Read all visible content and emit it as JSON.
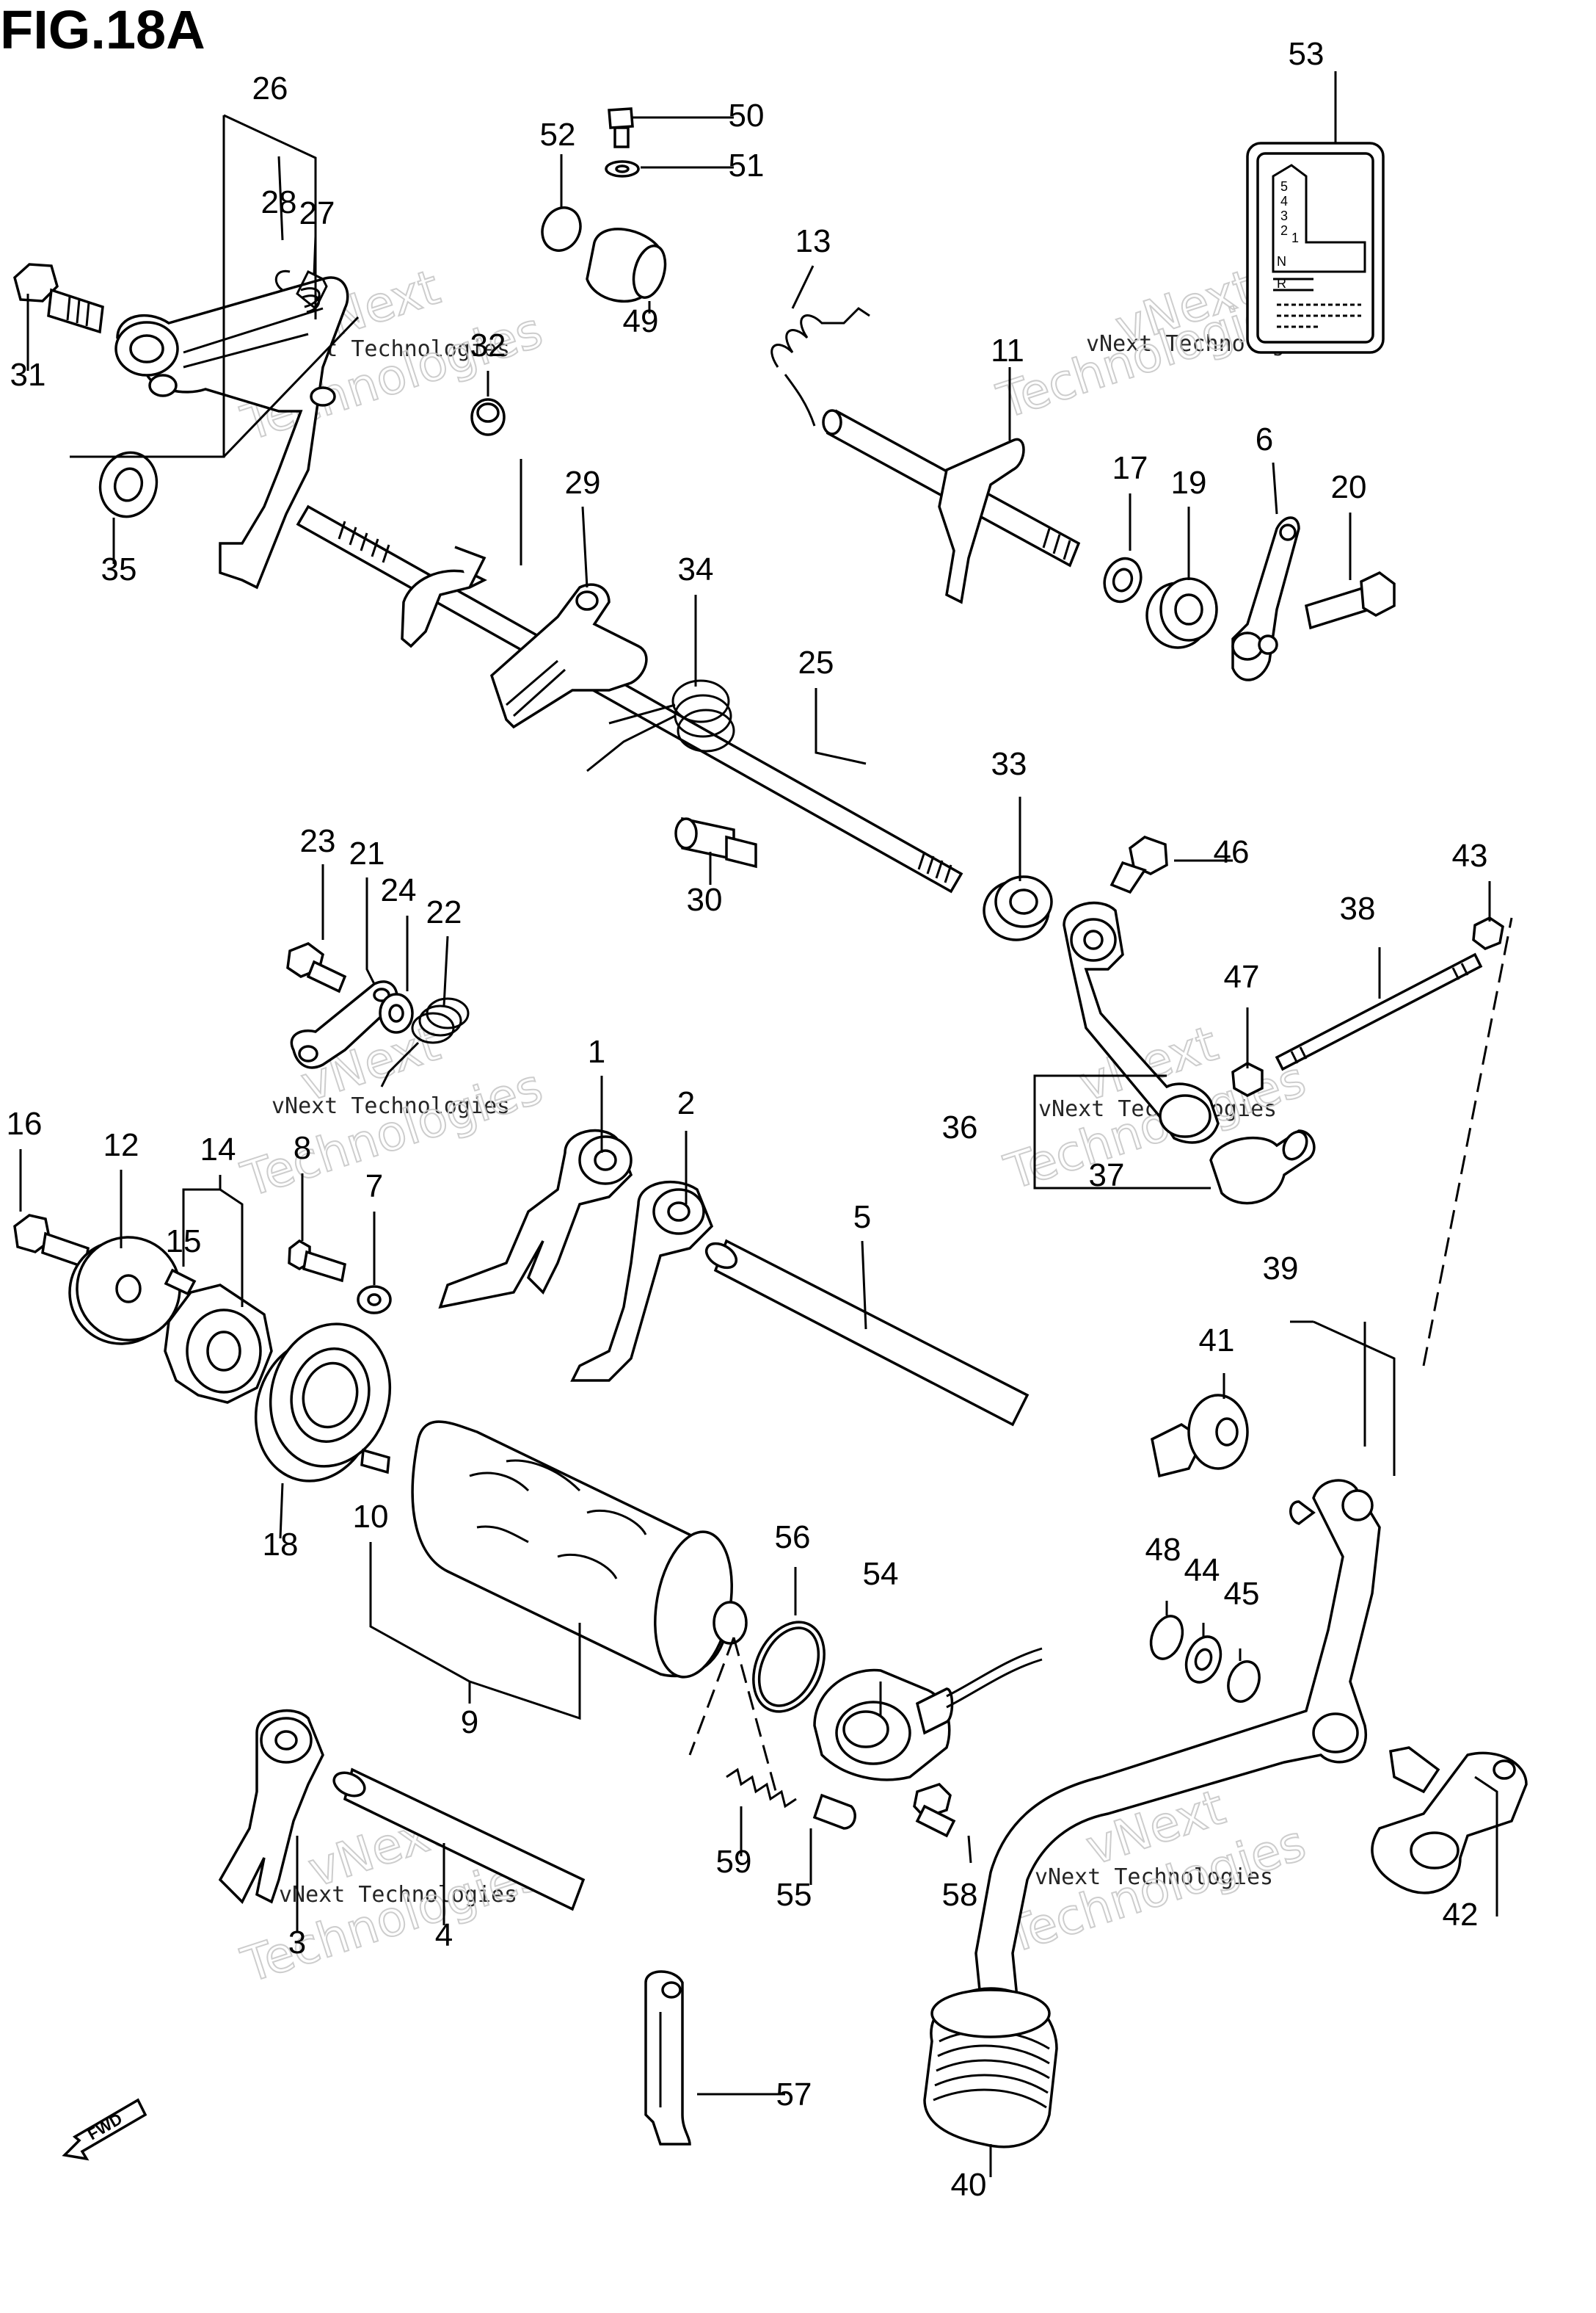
{
  "figure": {
    "title": "FIG.18A",
    "fwd_label": "FWD",
    "watermark_small": "vNext Technologies",
    "watermark_large": "Technologies",
    "watermark_large_prefix": "vNext"
  },
  "callouts": [
    "1",
    "2",
    "3",
    "4",
    "5",
    "6",
    "7",
    "8",
    "9",
    "10",
    "11",
    "12",
    "13",
    "14",
    "15",
    "16",
    "17",
    "18",
    "19",
    "20",
    "21",
    "22",
    "23",
    "24",
    "25",
    "26",
    "27",
    "28",
    "29",
    "30",
    "31",
    "32",
    "33",
    "34",
    "35",
    "36",
    "37",
    "38",
    "39",
    "40",
    "41",
    "42",
    "43",
    "44",
    "45",
    "46",
    "47",
    "48",
    "49",
    "50",
    "51",
    "52",
    "53",
    "54",
    "55",
    "56",
    "57",
    "58",
    "59"
  ],
  "decal_53": {
    "gears": [
      "5",
      "4",
      "3",
      "2",
      "1"
    ],
    "neutral": "N",
    "reverse": "R"
  }
}
